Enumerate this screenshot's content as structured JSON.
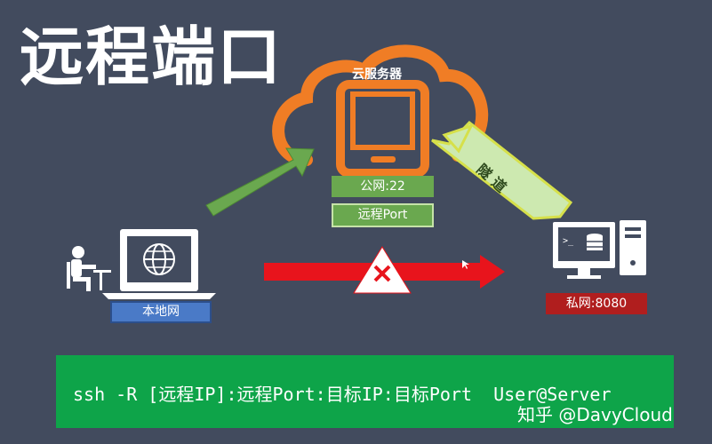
{
  "title": "远程端口",
  "cloud": {
    "label": "云服务器"
  },
  "server_labels": {
    "public": "公网:22",
    "remote_port": "远程Port"
  },
  "tunnel": {
    "label": "隧道"
  },
  "local": {
    "label": "本地网"
  },
  "private": {
    "label": "私网:8080"
  },
  "command": {
    "text": "ssh -R [远程IP]:远程Port:目标IP:目标Port  User@Server"
  },
  "watermark": {
    "text": "知乎 @DavyCloud"
  },
  "colors": {
    "background": "#424b5e",
    "cloud": "#f07d25",
    "green_arrow": "#6aa84f",
    "red_arrow": "#e8141c",
    "command_bar": "#0ea449",
    "local_box": "#4a7ac7",
    "private_box": "#b01e1e"
  },
  "icons": [
    "cloud-icon",
    "phone-server-icon",
    "laptop-globe-icon",
    "person-at-desk-icon",
    "desktop-database-icon",
    "tower-pc-icon",
    "blocked-x-icon"
  ]
}
